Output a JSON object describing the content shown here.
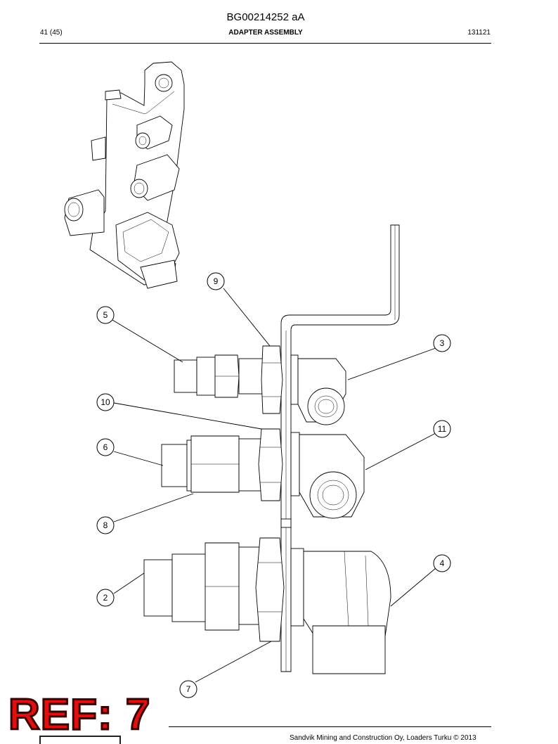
{
  "header": {
    "doc_id": "BG00214252 aA",
    "page": "41 (45)",
    "title": "ADAPTER ASSEMBLY",
    "date": "131121"
  },
  "footer": {
    "text": "Sandvik Mining and Construction Oy, Loaders Turku © 2013"
  },
  "stamp": {
    "text": "REF: 7",
    "color": "#e01010"
  },
  "balloons": [
    {
      "label": "9"
    },
    {
      "label": "5"
    },
    {
      "label": "3"
    },
    {
      "label": "10"
    },
    {
      "label": "11"
    },
    {
      "label": "6"
    },
    {
      "label": "8"
    },
    {
      "label": "4"
    },
    {
      "label": "2"
    },
    {
      "label": "7"
    }
  ]
}
